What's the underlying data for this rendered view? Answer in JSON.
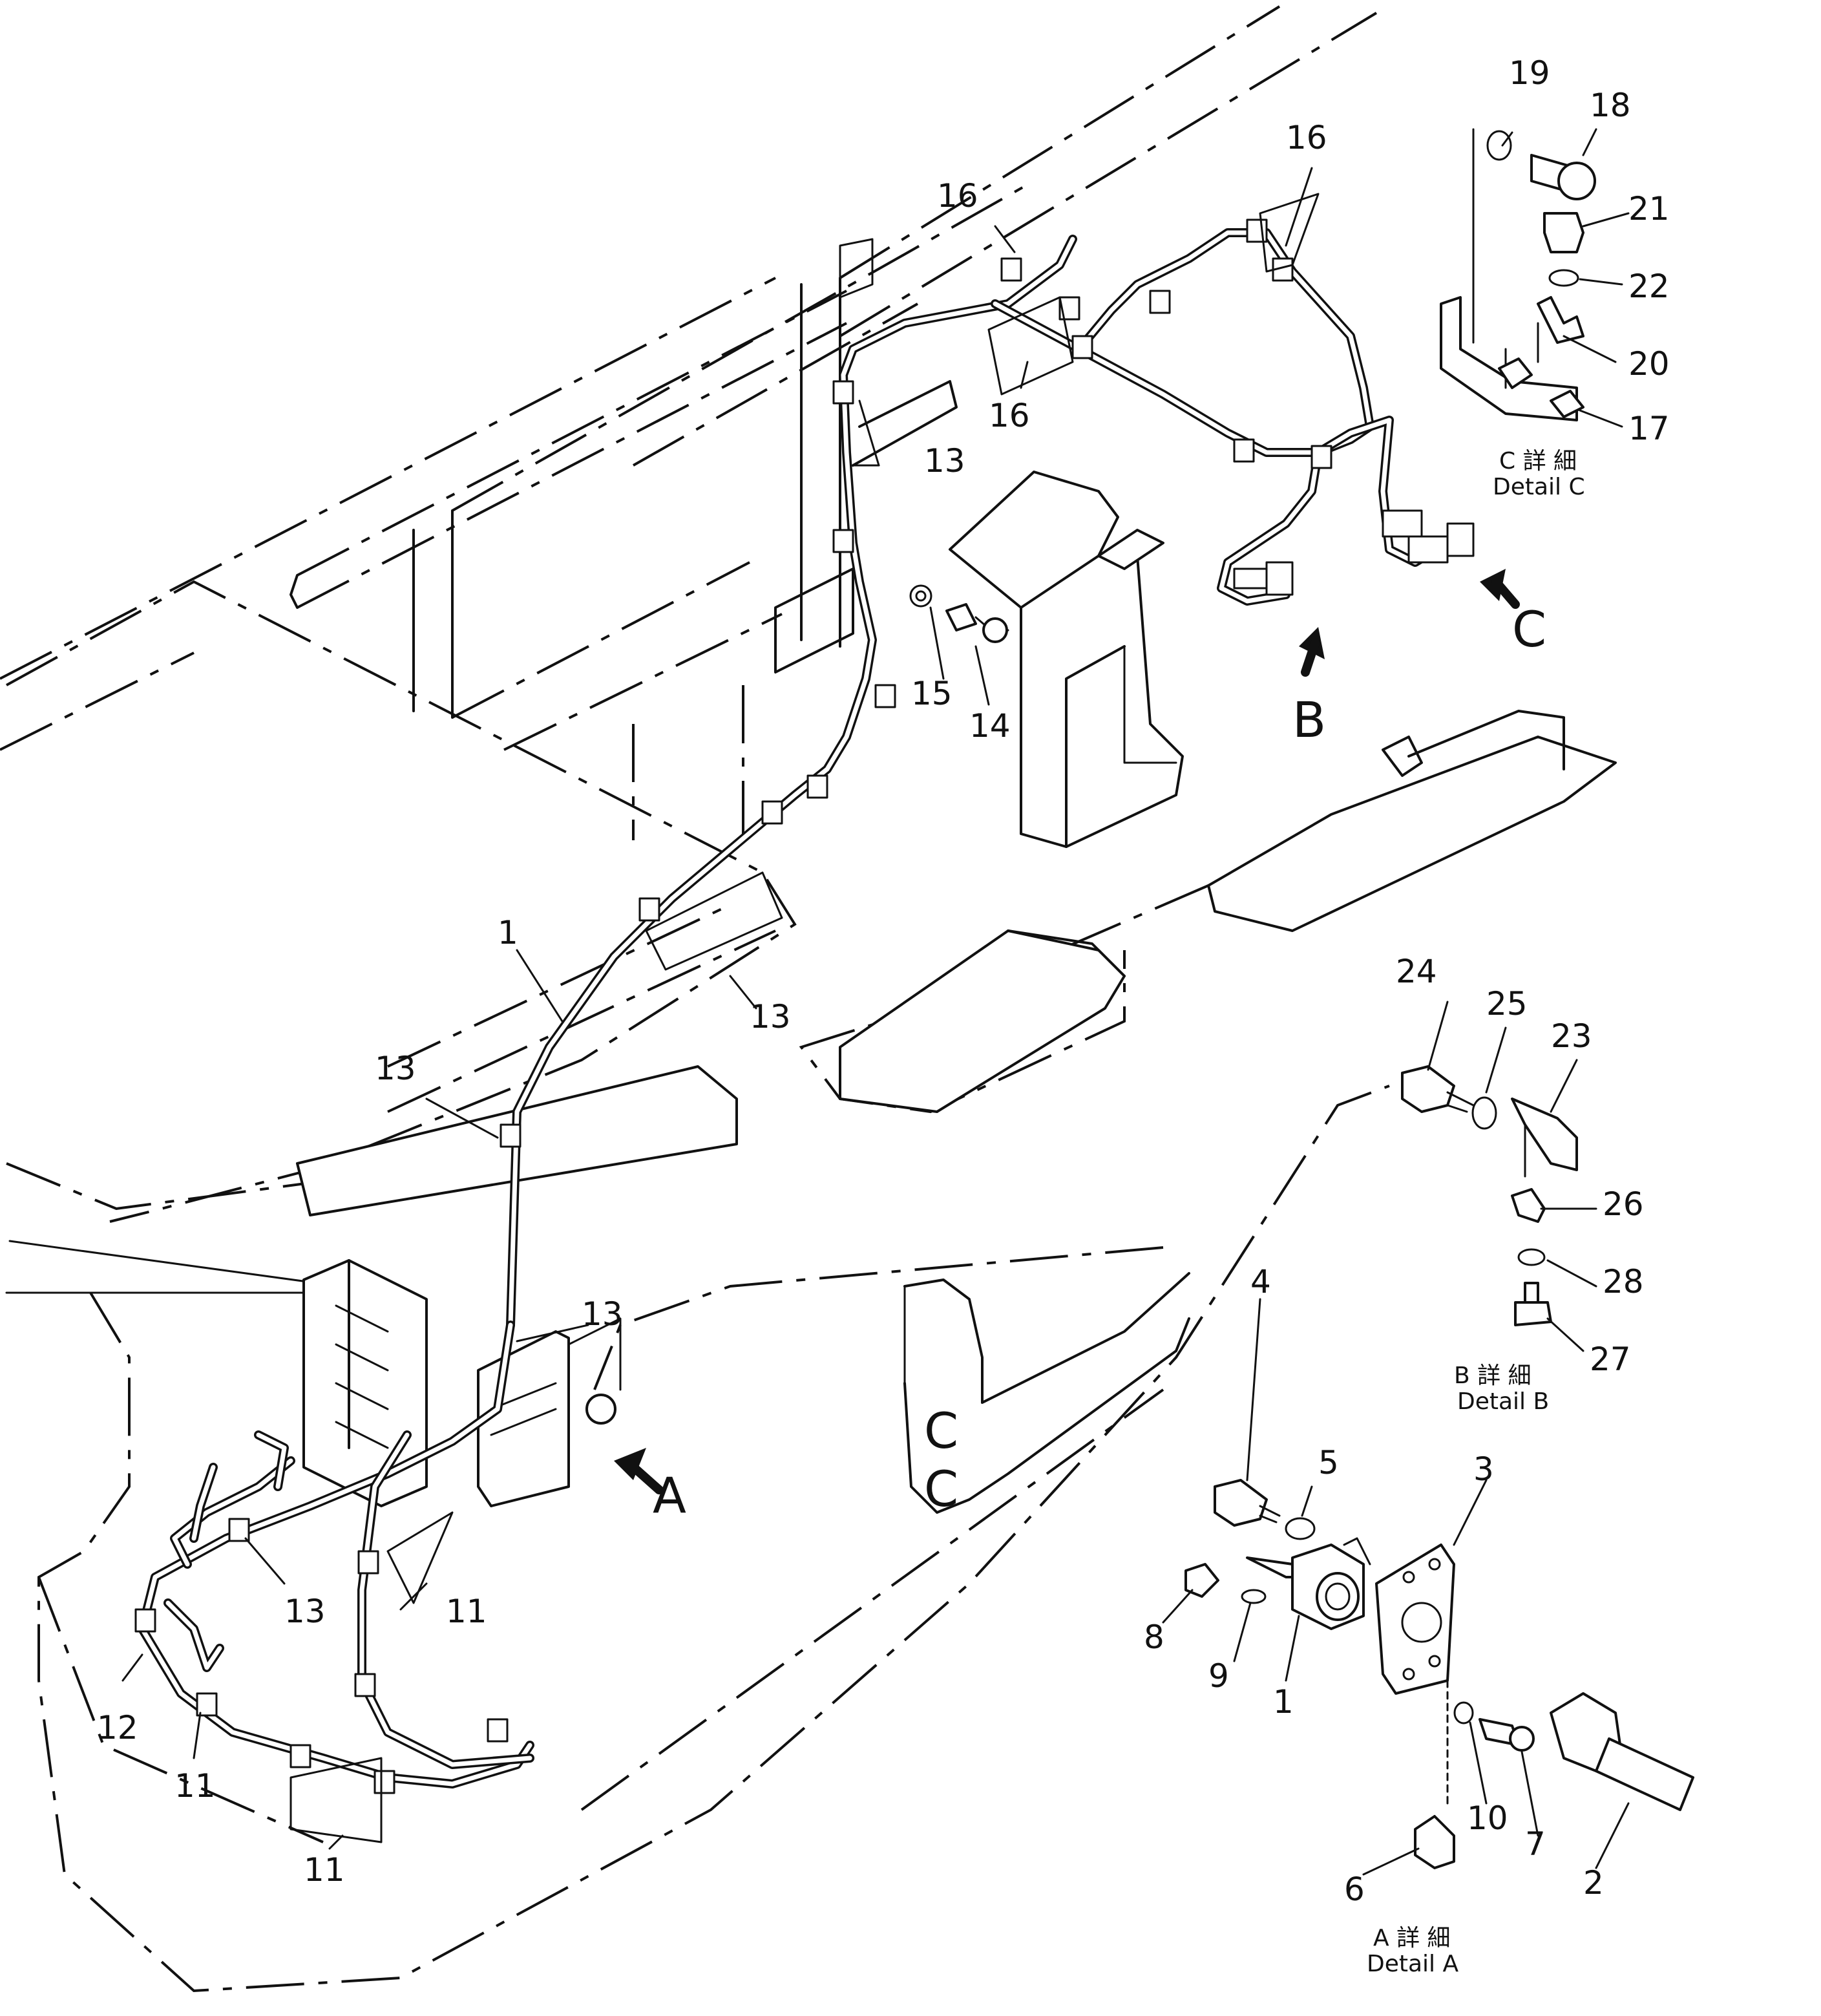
{
  "callouts": {
    "c1_hose": "1",
    "c13_a": "13",
    "c13_b": "13",
    "c13_c": "13",
    "c13_d": "13",
    "c13_e": "13",
    "c14": "14",
    "c15": "15",
    "c16_a": "16",
    "c16_b": "16",
    "c16_c": "16",
    "c11_a": "11",
    "c11_b": "11",
    "c11_c": "11",
    "c12": "12"
  },
  "view_markers": {
    "a": "A",
    "b": "B",
    "c": "C"
  },
  "detail_a": {
    "caption_jp": "A 詳 細",
    "caption_en": "Detail A",
    "parts": {
      "p1": "1",
      "p2": "2",
      "p3": "3",
      "p4": "4",
      "p5": "5",
      "p6": "6",
      "p7": "7",
      "p8": "8",
      "p9": "9",
      "p10": "10"
    }
  },
  "detail_b": {
    "caption_jp": "B 詳 細",
    "caption_en": "Detail B",
    "parts": {
      "p23": "23",
      "p24": "24",
      "p25": "25",
      "p26": "26",
      "p27": "27",
      "p28": "28"
    }
  },
  "detail_c": {
    "caption_jp": "C 詳 細",
    "caption_en": "Detail C",
    "parts": {
      "p17": "17",
      "p18": "18",
      "p19": "19",
      "p20": "20",
      "p21": "21",
      "p22": "22"
    }
  }
}
